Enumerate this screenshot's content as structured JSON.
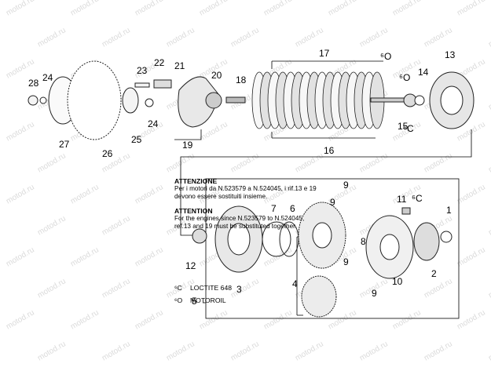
{
  "watermark": "motod.ru",
  "callouts": [
    "28",
    "24",
    "27",
    "26",
    "23",
    "22",
    "21",
    "25",
    "24",
    "20",
    "18",
    "19",
    "17",
    "16",
    "13",
    "14",
    "15",
    "12",
    "7",
    "6",
    "3",
    "9",
    "9",
    "9",
    "9",
    "8",
    "11",
    "10",
    "2",
    "1",
    "4",
    "5"
  ],
  "note": {
    "heading_it": "ATTENZIONE",
    "body_it": "Per i motori da N.523579 a N.524045, i rif.13 e 19 devono essere sostituiti insieme.",
    "heading_en": "ATTENTION",
    "body_en": "For the engines since N.523579 to N.524045, ref.13 and 19 must be substituted together."
  },
  "legend": [
    {
      "symbol": "⁶C",
      "text": "LOCTITE 648"
    },
    {
      "symbol": "⁶O",
      "text": "MOTOROIL"
    }
  ],
  "markers": {
    "oil": "⁶O",
    "loctite": "⁶C"
  }
}
